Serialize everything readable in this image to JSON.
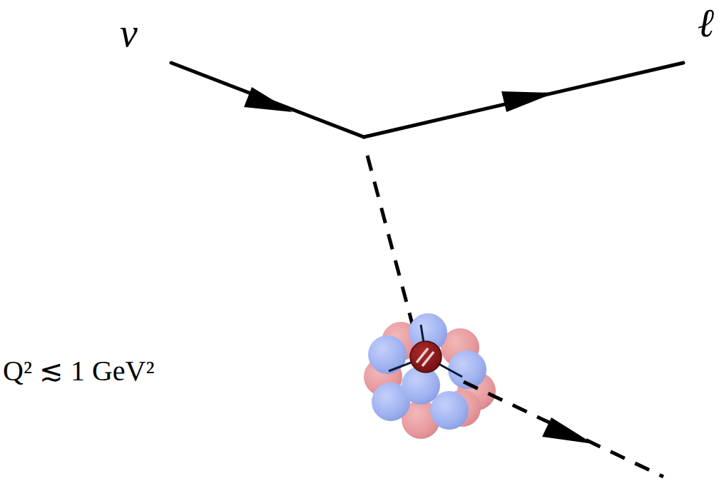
{
  "diagram": {
    "labels": [
      "ν",
      "ℓ",
      "Q² ≲ 1 GeV²"
    ]
  }
}
